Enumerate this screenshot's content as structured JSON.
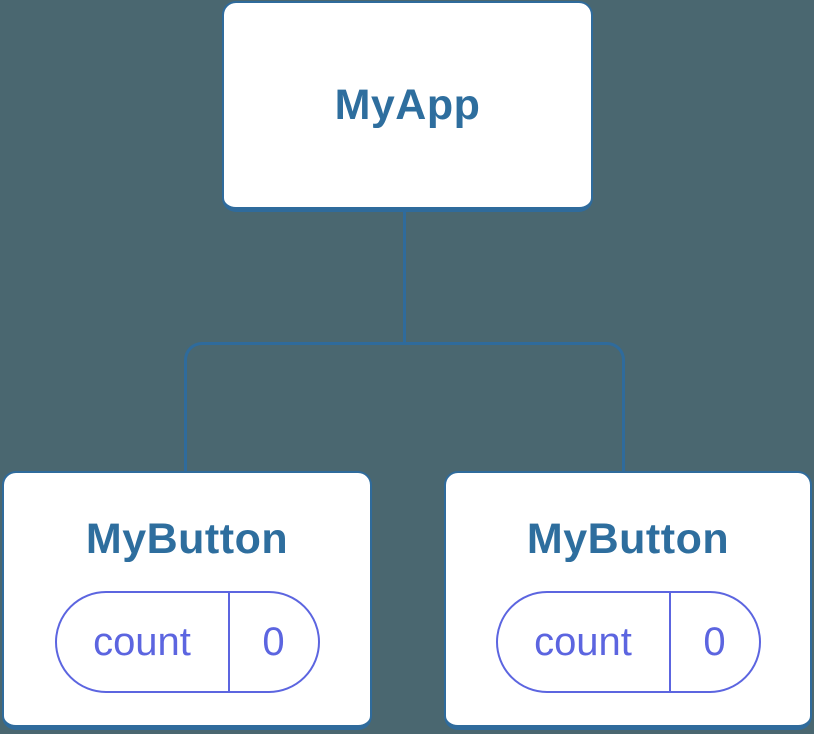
{
  "colors": {
    "background": "#4A6770",
    "node_bg": "#FFFFFF",
    "node_border": "#2F6B9C",
    "node_text": "#2E6E9E",
    "connector": "#2F6B9C",
    "state_accent": "#5C65E0"
  },
  "diagram": {
    "root": {
      "label": "MyApp"
    },
    "children": [
      {
        "label": "MyButton",
        "state": {
          "key": "count",
          "value": "0"
        }
      },
      {
        "label": "MyButton",
        "state": {
          "key": "count",
          "value": "0"
        }
      }
    ]
  }
}
